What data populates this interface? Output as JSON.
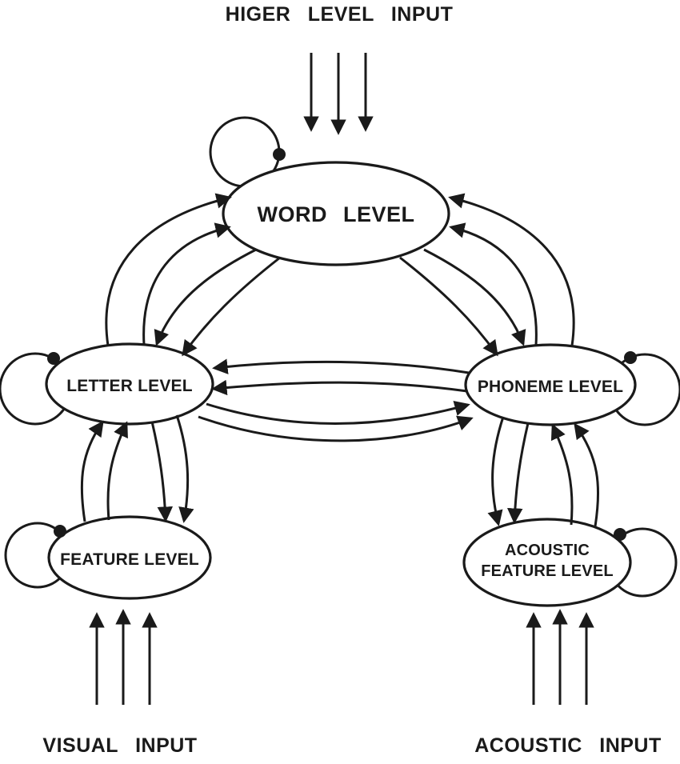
{
  "diagram": {
    "background": "#ffffff",
    "line_color": "#1a1a1a",
    "top_input": {
      "label": "HIGER LEVEL INPUT"
    },
    "nodes": {
      "word": {
        "label": "WORD LEVEL"
      },
      "letter": {
        "label": "LETTER LEVEL"
      },
      "phoneme": {
        "label": "PHONEME LEVEL"
      },
      "feature": {
        "label": "FEATURE LEVEL"
      },
      "acoustic_feature": {
        "label_line1": "ACOUSTIC",
        "label_line2": "FEATURE LEVEL"
      }
    },
    "bottom_inputs": {
      "visual": {
        "label": "VISUAL INPUT"
      },
      "acoustic": {
        "label": "ACOUSTIC INPUT"
      }
    }
  }
}
